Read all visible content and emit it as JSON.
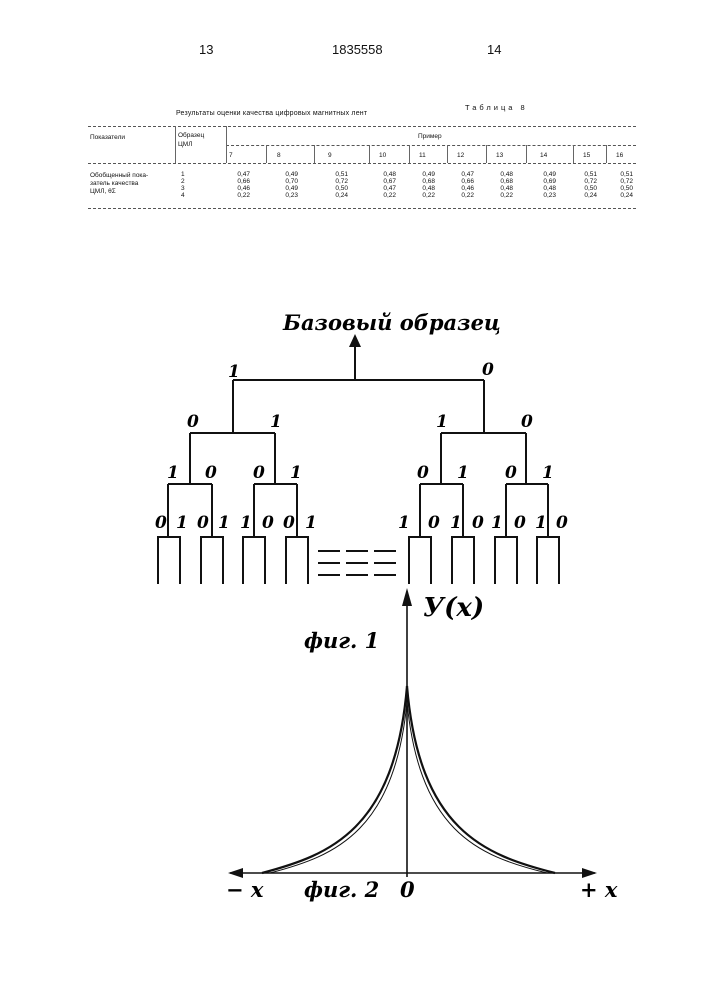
{
  "header": {
    "page_left": "13",
    "patent_number": "1835558",
    "page_right": "14"
  },
  "table": {
    "caption": "Результаты оценки качества цифровых магнитных лент",
    "label": "Таблица 8",
    "col_indicators": "Показатели",
    "col_sample_l1": "Образец",
    "col_sample_l2": "ЦМЛ",
    "col_example": "Пример",
    "example_numbers": [
      "7",
      "8",
      "9",
      "10",
      "11",
      "12",
      "13",
      "14",
      "15",
      "16"
    ],
    "row_label_lines": [
      "Обобщенный пока-",
      "затель качества",
      "ЦМЛ, θΣ"
    ],
    "sample_ids": [
      "1",
      "2",
      "3",
      "4"
    ],
    "values": [
      [
        "0,47",
        "0,49",
        "0,51",
        "0,48",
        "0,49",
        "0,47",
        "0,48",
        "0,49",
        "0,51",
        "0,51"
      ],
      [
        "0,66",
        "0,70",
        "0,72",
        "0,67",
        "0,68",
        "0,66",
        "0,68",
        "0,69",
        "0,72",
        "0,72"
      ],
      [
        "0,46",
        "0,49",
        "0,50",
        "0,47",
        "0,48",
        "0,46",
        "0,48",
        "0,48",
        "0,50",
        "0,50"
      ],
      [
        "0,22",
        "0,23",
        "0,24",
        "0,22",
        "0,22",
        "0,22",
        "0,22",
        "0,23",
        "0,24",
        "0,24"
      ]
    ]
  },
  "fig1": {
    "title": "Базовый образец",
    "caption": "фиг. 1",
    "level1": [
      "1",
      "0"
    ],
    "level2": [
      "0",
      "1",
      "1",
      "0"
    ],
    "level3": [
      "1",
      "0",
      "0",
      "1",
      "0",
      "1",
      "0",
      "1"
    ],
    "level4": [
      "0",
      "1",
      "0",
      "1",
      "1",
      "0",
      "0",
      "1",
      "1",
      "0",
      "1",
      "0",
      "1",
      "0",
      "1",
      "0"
    ]
  },
  "fig2": {
    "caption": "фиг. 2",
    "y_label": "У(х)",
    "x_neg": "− х",
    "x_pos": "+ х",
    "origin": "0"
  }
}
